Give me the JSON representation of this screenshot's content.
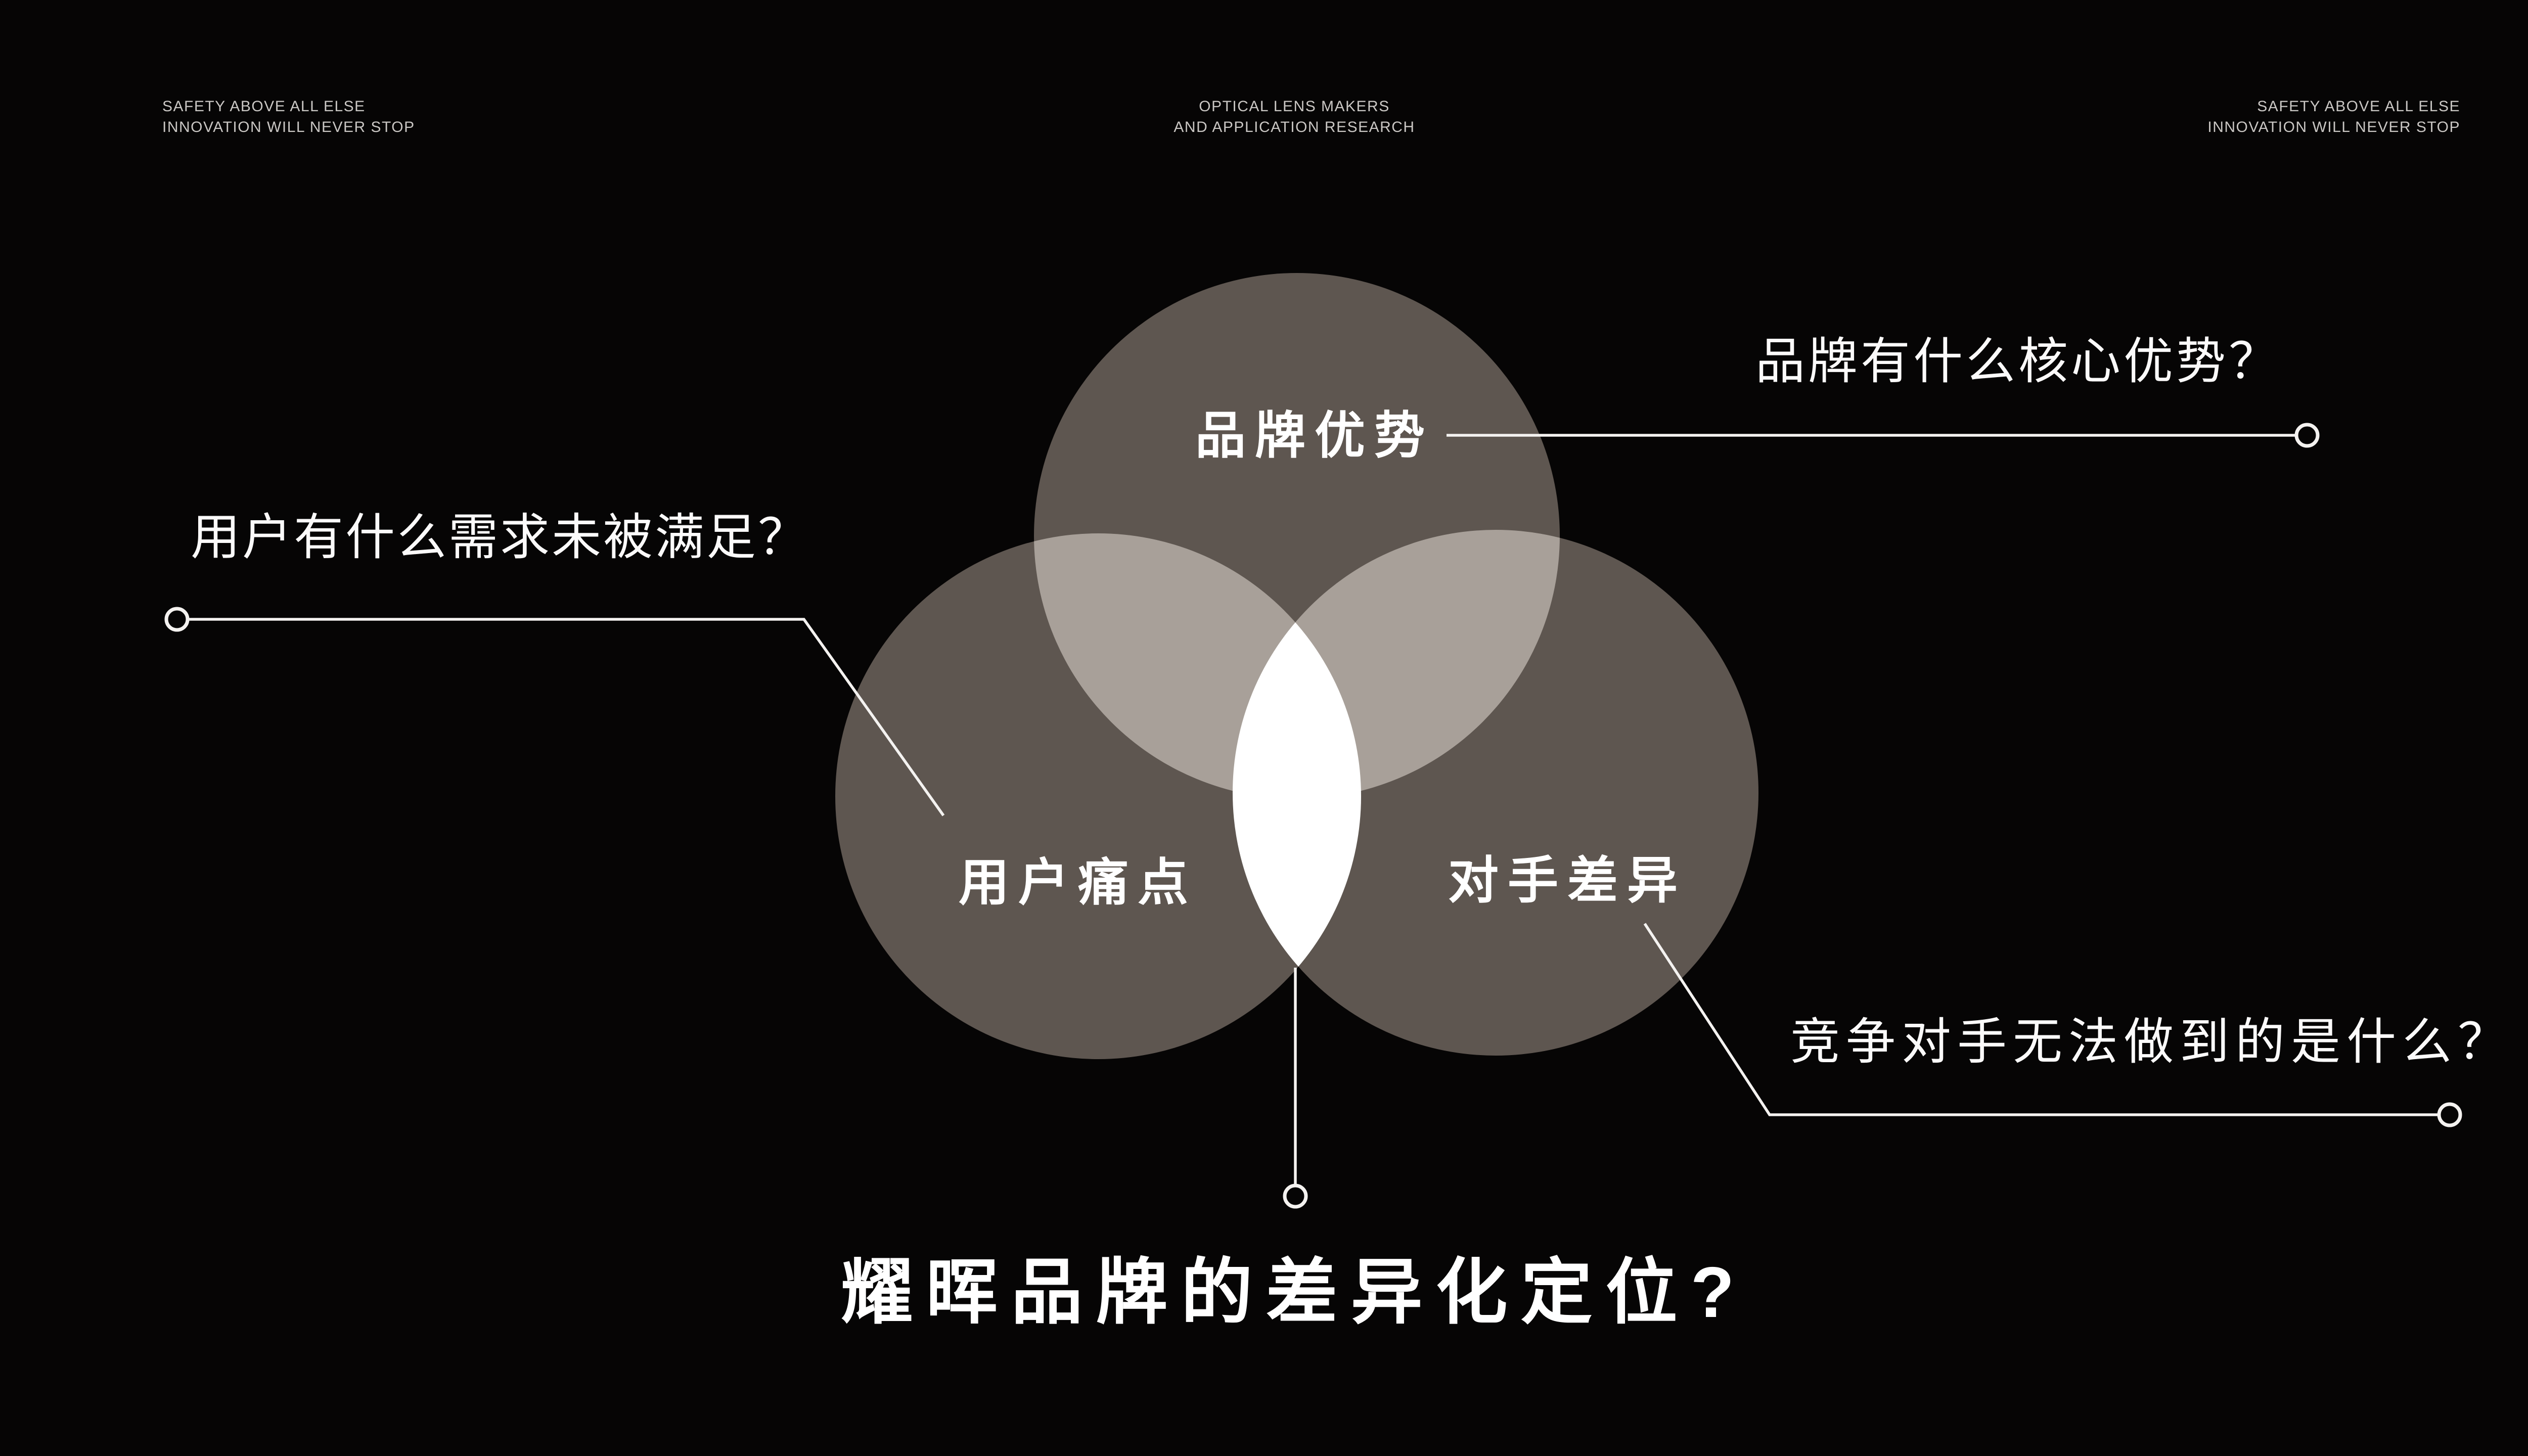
{
  "slide": {
    "background_color": "#060505",
    "header": {
      "left": {
        "line1": "SAFETY ABOVE ALL ELSE",
        "line2": "INNOVATION WILL NEVER STOP"
      },
      "center": {
        "line1": "OPTICAL LENS MAKERS",
        "line2": "AND APPLICATION RESEARCH"
      },
      "right": {
        "line1": "SAFETY ABOVE ALL ELSE",
        "line2": "INNOVATION WILL NEVER STOP"
      }
    },
    "venn": {
      "single_color": "#5e5650",
      "pair_overlap_color": "#a8a099",
      "core_overlap_color": "#ffffff",
      "line_color": "#f4f2f0",
      "circles": [
        {
          "id": "brand",
          "label": "品牌优势"
        },
        {
          "id": "user",
          "label": "用户痛点"
        },
        {
          "id": "competitor",
          "label": "对手差异"
        }
      ]
    },
    "callouts": {
      "brand": {
        "text": "品牌有什么核心优势？"
      },
      "user": {
        "text": "用户有什么需求未被满足？"
      },
      "competitor": {
        "text": "竞争对手无法做到的是什么？"
      }
    },
    "title": "耀晖品牌的差异化定位?"
  }
}
